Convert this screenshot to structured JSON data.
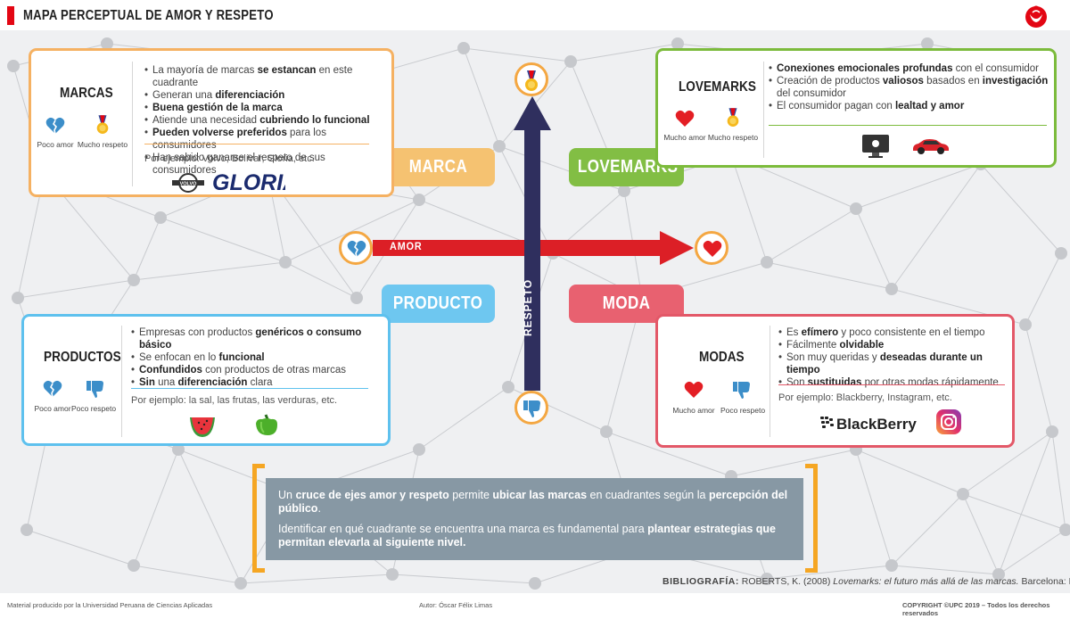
{
  "header": {
    "title": "MAPA PERCEPTUAL DE AMOR Y RESPETO"
  },
  "colors": {
    "marcas": "#f5b162",
    "lovemarks": "#7cbb3c",
    "productos": "#5ec1ee",
    "modas": "#e35868",
    "amor_arrow": "#dc1f26",
    "respeto_arrow": "#2f2f5e",
    "summary_bg": "#8798a4",
    "bracket": "#f5a623"
  },
  "quadrants": {
    "marca": "MARCA",
    "lovemarks": "LOVEMARKS",
    "producto": "PRODUCTO",
    "moda": "MODA"
  },
  "axes": {
    "amor": "AMOR",
    "respeto": "RESPETO"
  },
  "marcas": {
    "name": "MARCAS",
    "icon_labels": [
      "Poco amor",
      "Mucho respeto"
    ],
    "example": "Por ejemplo: Volvo, Bolívar, Gloria, etc.",
    "logos": [
      "VOLVO",
      "GLORIA"
    ]
  },
  "lovemarks": {
    "name": "LOVEMARKS",
    "icon_labels": [
      "Mucho amor",
      "Mucho respeto"
    ]
  },
  "productos": {
    "name": "PRODUCTOS",
    "icon_labels": [
      "Poco amor",
      "Poco respeto"
    ],
    "example": "Por ejemplo: la sal, las frutas, las verduras, etc."
  },
  "modas": {
    "name": "MODAS",
    "icon_labels": [
      "Mucho amor",
      "Poco respeto"
    ],
    "example": "Por ejemplo: Blackberry, Instagram, etc.",
    "logos": [
      "BlackBerry"
    ]
  },
  "bibliography": {
    "label": "BIBLIOGRAFÍA:",
    "text": "ROBERTS, K. (2008)",
    "title": "Lovemarks: el futuro más allá de las marcas.",
    "publisher": "Barcelona: Empresa Activa."
  },
  "footer": {
    "left": "Material producido por la Universidad Peruana de Ciencias Aplicadas",
    "center": "Autor: Óscar Félix Limas",
    "right": "COPYRIGHT ©UPC 2019 – Todos los derechos reservados"
  },
  "icons": [
    "upc-logo-icon",
    "broken-heart-icon",
    "medal-icon",
    "heart-icon",
    "thumbs-down-icon",
    "apple-computer-icon",
    "car-icon",
    "watermelon-icon",
    "pepper-icon",
    "instagram-icon"
  ]
}
